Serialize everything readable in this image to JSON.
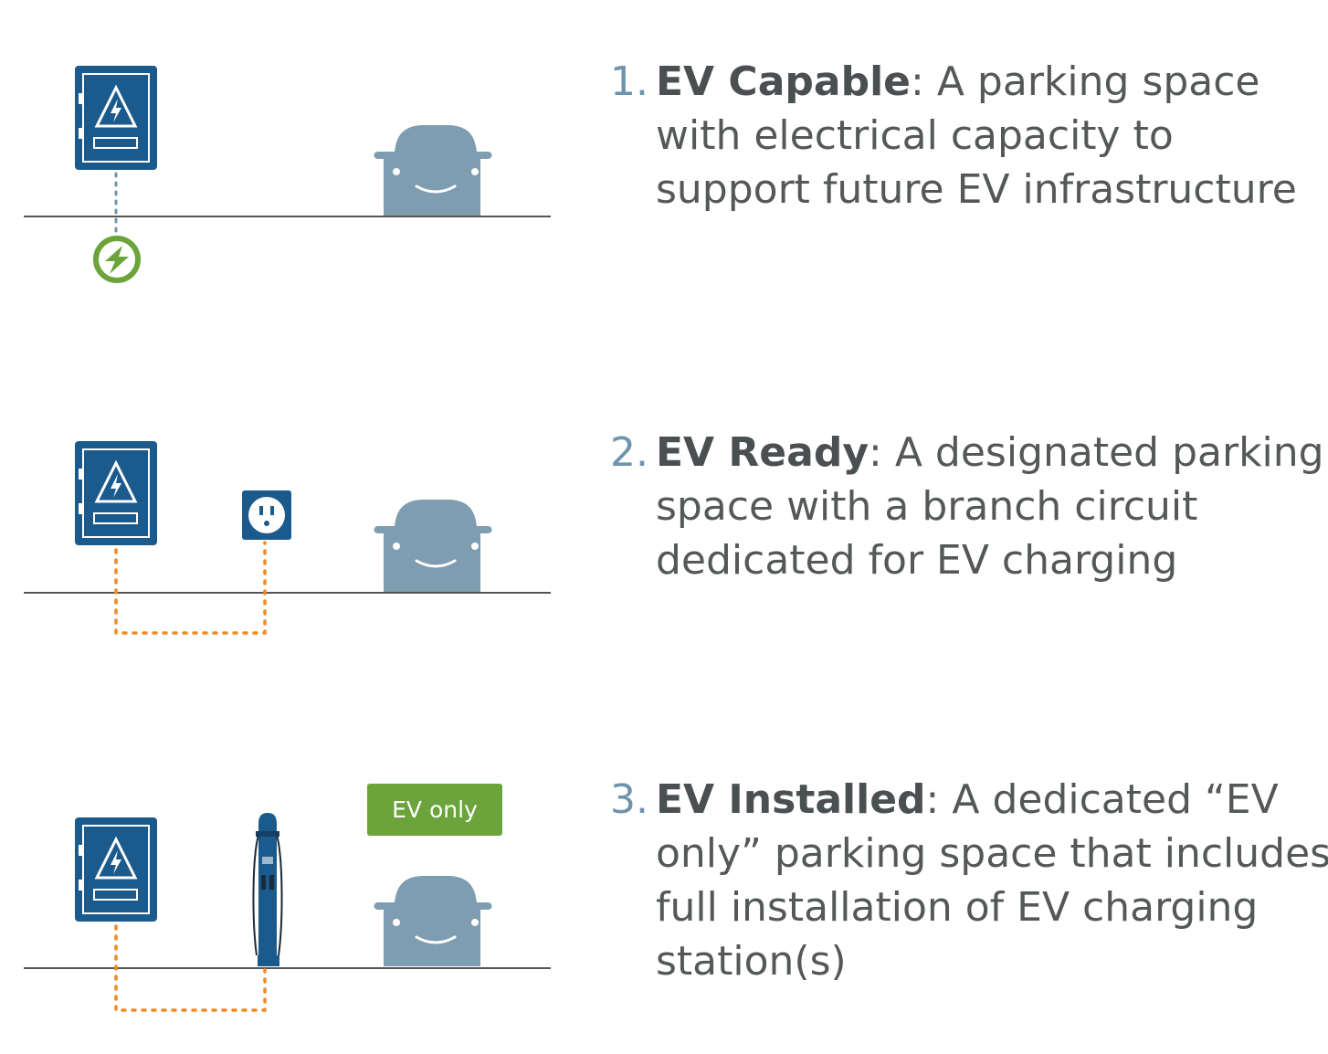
{
  "colors": {
    "panel_blue": "#1b5a8c",
    "car_gray": "#7f9db0",
    "ground": "#555555",
    "capable_dots": "#6f93ad",
    "wire_orange": "#f08a24",
    "green": "#6aa43a",
    "number_blue": "#6f93ad",
    "text_gray": "#545859"
  },
  "icons": [
    "electrical-panel-icon",
    "car-icon",
    "lightning-circle-icon",
    "outlet-icon",
    "charging-station-icon"
  ],
  "levels": [
    {
      "number": "1.",
      "term": "EV Capable",
      "lines": [
        ": A parking space",
        "with electrical capacity to",
        "support future EV infrastructure"
      ]
    },
    {
      "number": "2.",
      "term": "EV Ready",
      "lines": [
        ": A designated parking",
        "space with a branch circuit",
        "dedicated for EV charging"
      ]
    },
    {
      "number": "3.",
      "term": "EV Installed",
      "lines": [
        ": A dedicated “EV",
        "only” parking space that includes",
        "full installation of EV charging",
        "station(s)"
      ]
    }
  ],
  "ev_only_sign": "EV only"
}
